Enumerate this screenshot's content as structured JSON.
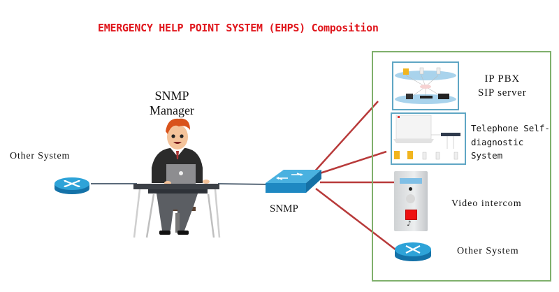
{
  "title": "EMERGENCY HELP POINT SYSTEM (EHPS) Composition",
  "colors": {
    "title": "#e0161c",
    "link_lines": "#b83a3a",
    "gray_lines": "#5a6a7a",
    "group_border": "#7fb06c",
    "thumb_border": "#5fa6c4",
    "router_blue": "#1e90c8"
  },
  "nodes": {
    "snmp_manager": {
      "line1": "SNMP",
      "line2": "Manager",
      "icon": "person-at-laptop-icon"
    },
    "other_system_left": {
      "label": "Other System",
      "icon": "router-icon"
    },
    "snmp_switch": {
      "label": "SNMP",
      "icon": "network-switch-icon"
    }
  },
  "group": {
    "items": [
      {
        "line1": "IP PBX",
        "line2": "SIP server",
        "icon": "ip-pbx-network-diagram"
      },
      {
        "line1": "Telephone Self-",
        "line2": "diagnostic",
        "line3": "System",
        "icon": "self-diagnostic-system-diagram"
      },
      {
        "line1": "Video intercom",
        "icon": "video-intercom-panel"
      },
      {
        "line1": "Other System",
        "icon": "router-icon"
      }
    ]
  }
}
